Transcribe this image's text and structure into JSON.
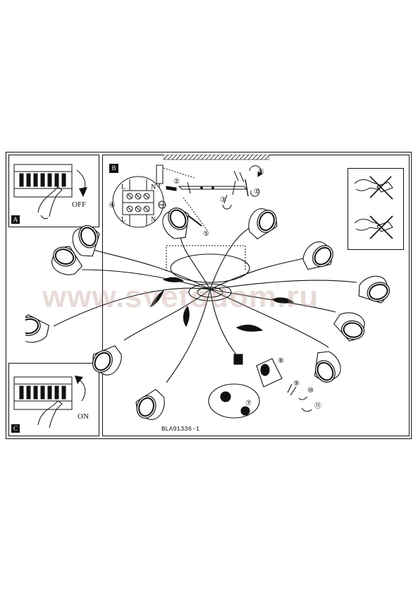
{
  "panels": {
    "a": {
      "letter": "A",
      "switch_label": "OFF"
    },
    "b": {
      "letter": "B"
    },
    "c": {
      "letter": "C",
      "switch_label": "ON"
    }
  },
  "terminal": {
    "step": "④",
    "left_top": "L",
    "right_top": "N",
    "left_bottom": "L",
    "right_bottom": "N"
  },
  "steps": [
    "①",
    "②",
    "③",
    "④",
    "⑤",
    "⑥",
    "⑦",
    "⑧",
    "⑨",
    "⑩",
    "⑪"
  ],
  "model_code": "BLA91336-1",
  "watermark": "www.svetodom.ru"
}
